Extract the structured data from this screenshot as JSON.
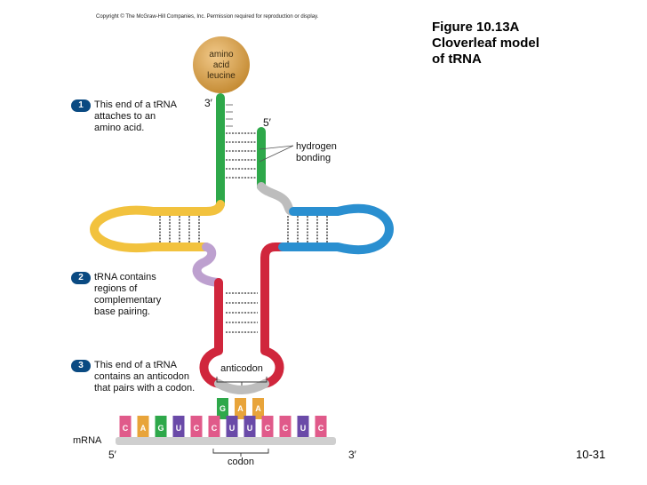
{
  "copyright": "Copyright © The McGraw-Hill Companies, Inc. Permission required for reproduction or display.",
  "title_lines": [
    "Figure 10.13A",
    "Cloverleaf model",
    "of tRNA"
  ],
  "slide_number": "10-31",
  "amino_acid": {
    "line1": "amino",
    "line2": "acid",
    "line3": "leucine"
  },
  "ends": {
    "three_prime": "3′",
    "five_prime": "5′"
  },
  "hydrogen_bonding": {
    "line1": "hydrogen",
    "line2": "bonding"
  },
  "anticodon_label": "anticodon",
  "anticodon_bases": [
    "G",
    "A",
    "A"
  ],
  "mrna_label": "mRNA",
  "mrna_bases": [
    "C",
    "A",
    "G",
    "U",
    "C",
    "C",
    "U",
    "U",
    "C",
    "C",
    "U",
    "C"
  ],
  "mrna_ends": {
    "five_prime": "5′",
    "three_prime": "3′"
  },
  "codon_label": "codon",
  "steps": [
    {
      "number": "1",
      "lines": [
        "This end of a tRNA",
        "attaches to an",
        "amino acid."
      ]
    },
    {
      "number": "2",
      "lines": [
        "tRNA contains",
        "regions of",
        "complementary",
        "base pairing."
      ]
    },
    {
      "number": "3",
      "lines": [
        "This end of a tRNA",
        "contains an anticodon",
        "that pairs with a codon."
      ]
    }
  ],
  "colors": {
    "acceptor_stem": "#2ea84a",
    "d_arm": "#f2c23e",
    "t_arm": "#2a8fd0",
    "anticodon_arm": "#d0263c",
    "variable_loop": "#bda0cf",
    "connector": "#bdbdbd",
    "amino_acid": "#d9a24a",
    "badge": "#0a4a82"
  }
}
